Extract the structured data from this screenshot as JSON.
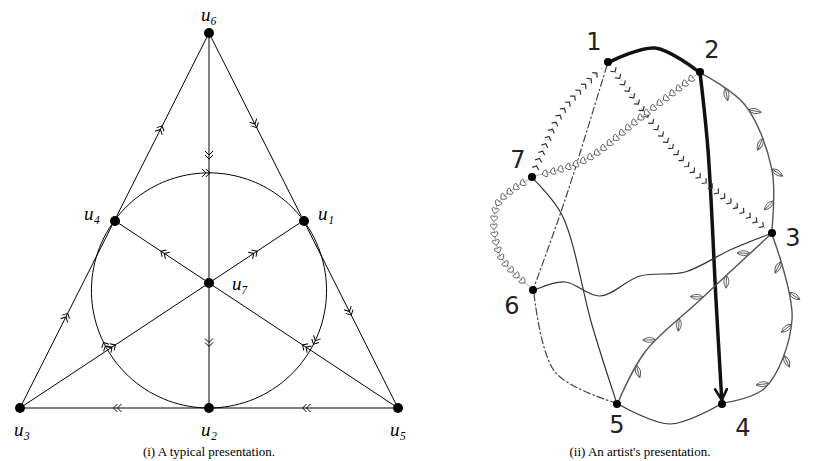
{
  "diagram": {
    "nodes": [
      {
        "text": [
          "u₆"
        ]
      },
      {
        "text": [
          "u₄"
        ]
      },
      {
        "text": [
          "u₁"
        ]
      },
      {
        "text": [
          "u₇"
        ]
      },
      {
        "text": [
          "u₃"
        ]
      },
      {
        "text": [
          "u₂"
        ]
      },
      {
        "text": [
          "u₅"
        ]
      },
      {
        "text": [
          "1"
        ]
      },
      {
        "text": [
          "2"
        ]
      },
      {
        "text": [
          "3"
        ]
      },
      {
        "text": [
          "4"
        ]
      },
      {
        "text": [
          "5"
        ]
      },
      {
        "text": [
          "6"
        ]
      },
      {
        "text": [
          "7"
        ]
      }
    ],
    "edges": [
      {
        "from": 4,
        "to": 1,
        "arrow": "none"
      },
      {
        "from": 1,
        "to": 0,
        "arrow": "none"
      },
      {
        "from": 0,
        "to": 2,
        "arrow": "none"
      },
      {
        "from": 2,
        "to": 6,
        "arrow": "none"
      },
      {
        "from": 6,
        "to": 5,
        "arrow": "none"
      },
      {
        "from": 5,
        "to": 4,
        "arrow": "none"
      },
      {
        "from": 0,
        "to": 3,
        "arrow": "none"
      },
      {
        "from": 3,
        "to": 5,
        "arrow": "none"
      },
      {
        "from": 4,
        "to": 3,
        "arrow": "none"
      },
      {
        "from": 3,
        "to": 2,
        "arrow": "none"
      },
      {
        "from": 6,
        "to": 3,
        "arrow": "none"
      },
      {
        "from": 3,
        "to": 1,
        "arrow": "none"
      },
      {
        "from": 1,
        "to": 2,
        "arrow": "none"
      },
      {
        "from": 2,
        "to": 5,
        "arrow": "none"
      },
      {
        "from": 5,
        "to": 1,
        "arrow": "none"
      },
      {
        "from": 7,
        "to": 8,
        "arrow": "none"
      },
      {
        "from": 8,
        "to": 10,
        "arrow": "to"
      },
      {
        "from": 13,
        "to": 7,
        "arrow": "none"
      },
      {
        "from": 7,
        "to": 9,
        "arrow": "none"
      },
      {
        "from": 8,
        "to": 13,
        "arrow": "none"
      },
      {
        "from": 13,
        "to": 12,
        "arrow": "none"
      },
      {
        "from": 7,
        "to": 12,
        "arrow": "none"
      },
      {
        "from": 12,
        "to": 11,
        "arrow": "none"
      },
      {
        "from": 8,
        "to": 9,
        "arrow": "none"
      },
      {
        "from": 9,
        "to": 11,
        "arrow": "none"
      },
      {
        "from": 12,
        "to": 9,
        "arrow": "none"
      },
      {
        "from": 9,
        "to": 10,
        "arrow": "none"
      },
      {
        "from": 13,
        "to": 11,
        "arrow": "none"
      },
      {
        "from": 11,
        "to": 10,
        "arrow": "none"
      }
    ],
    "labels": [
      "(i) A typical presentation.",
      "(ii) An artist's presentation."
    ]
  }
}
